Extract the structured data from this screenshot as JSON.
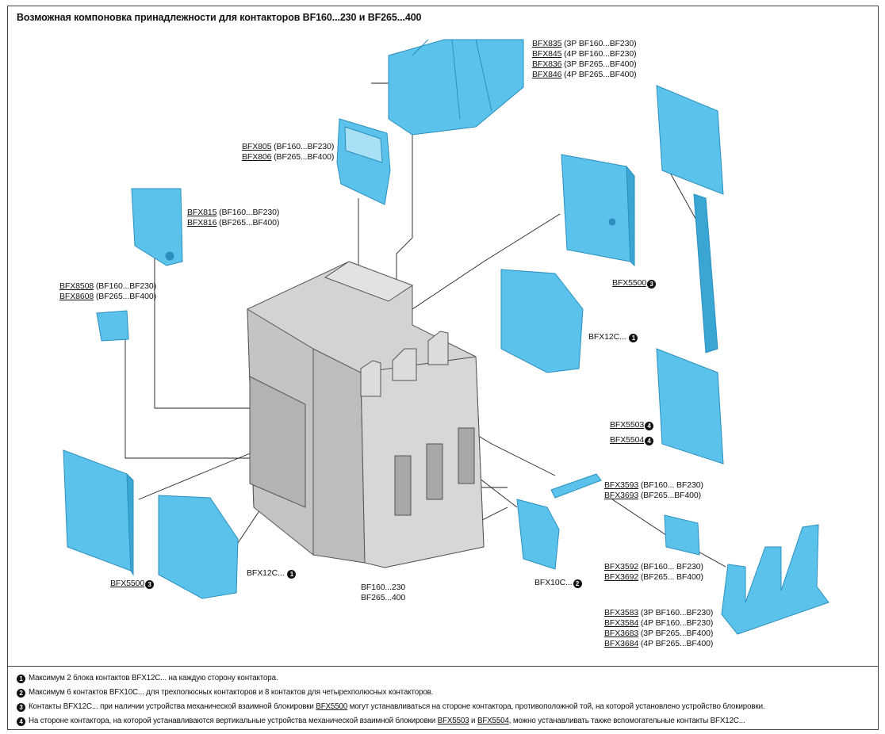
{
  "title": "Возможная компоновка принадлежности для контакторов BF160...230 и BF265...400",
  "labels": {
    "bfx835_block": [
      {
        "code": "BFX835",
        "rest": " (3P BF160...BF230)"
      },
      {
        "code": "BFX845",
        "rest": " (4P BF160...BF230)"
      },
      {
        "code": "BFX836",
        "rest": " (3P BF265...BF400)"
      },
      {
        "code": "BFX846",
        "rest": " (4P BF265...BF400)"
      }
    ],
    "bfx805_block": [
      {
        "code": "BFX805",
        "rest": " (BF160...BF230)"
      },
      {
        "code": "BFX806",
        "rest": " (BF265...BF400)"
      }
    ],
    "bfx815_block": [
      {
        "code": "BFX815",
        "rest": " (BF160...BF230)"
      },
      {
        "code": "BFX816",
        "rest": " (BF265...BF400)"
      }
    ],
    "bfx8508_block": [
      {
        "code": "BFX8508",
        "rest": " (BF160...BF230)"
      },
      {
        "code": "BFX8608",
        "rest": " (BF265...BF400)"
      }
    ],
    "bfx5500_right": {
      "code": "BFX5500",
      "mark": "3"
    },
    "bfx12c_right": {
      "text": "BFX12C...",
      "mark": "1"
    },
    "bfx5503": {
      "code": "BFX5503",
      "mark": "4"
    },
    "bfx5504": {
      "code": "BFX5504",
      "mark": "4"
    },
    "bfx3593_block": [
      {
        "code": "BFX3593",
        "rest": " (BF160... BF230)"
      },
      {
        "code": "BFX3693",
        "rest": " (BF265...BF400)"
      }
    ],
    "bfx3592_block": [
      {
        "code": "BFX3592",
        "rest": " (BF160... BF230)"
      },
      {
        "code": "BFX3692",
        "rest": " (BF265... BF400)"
      }
    ],
    "bfx3583_block": [
      {
        "code": "BFX3583",
        "rest": " (3P BF160...BF230)"
      },
      {
        "code": "BFX3584",
        "rest": " (4P BF160...BF230)"
      },
      {
        "code": "BFX3683",
        "rest": " (3P BF265...BF400)"
      },
      {
        "code": "BFX3684",
        "rest": " (4P BF265...BF400)"
      }
    ],
    "bfx5500_left": {
      "code": "BFX5500",
      "mark": "3"
    },
    "bfx12c_left": {
      "text": "BFX12C...",
      "mark": "1"
    },
    "bf_center": [
      "BF160...230",
      "BF265...400"
    ],
    "bfx10c": {
      "text": "BFX10C...",
      "mark": "2"
    }
  },
  "notes": [
    {
      "mark": "1",
      "text": "Максимум 2 блока контактов BFX12C... на каждую сторону контактора."
    },
    {
      "mark": "2",
      "text": "Максимум 6 контактов BFX10C... для трехполюсных контакторов и 8 контактов для четырехполюсных контакторов."
    },
    {
      "mark": "3",
      "pre": "Контакты BFX12C... при наличии устройства механической взаимной блокировки ",
      "u1": "BFX5500",
      "post": " могут устанавливаться на стороне контактора, противоположной той, на которой установлено устройство блокировки."
    },
    {
      "mark": "4",
      "pre": "На стороне контактора, на которой устанавливаются вертикальные устройства механической взаимной блокировки ",
      "u1": "BFX5503",
      "mid": " и ",
      "u2": "BFX5504",
      "post": ", можно устанавливать также вспомогательные контакты BFX12C..."
    }
  ],
  "colors": {
    "accessory": "#5bc2eb",
    "accessory_dark": "#2a8fbf",
    "contactor": "#cfcfd0",
    "contactor_dark": "#9c9c9e",
    "line": "#222222"
  }
}
